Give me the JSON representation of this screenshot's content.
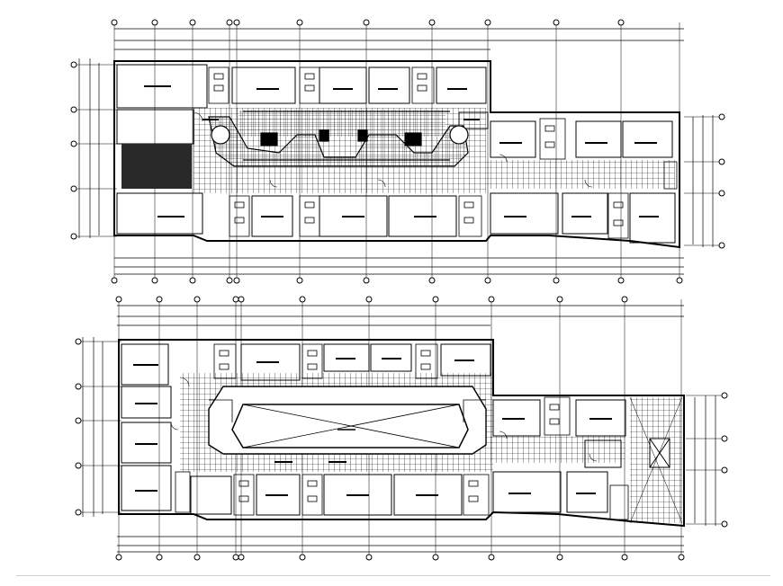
{
  "drawing": {
    "line_color": "#000000",
    "background": "#ffffff",
    "plans": [
      {
        "name": "upper-floor-plan",
        "atrium": "corridor-bridges"
      },
      {
        "name": "lower-floor-plan",
        "atrium": "open-void-with-x"
      }
    ]
  }
}
